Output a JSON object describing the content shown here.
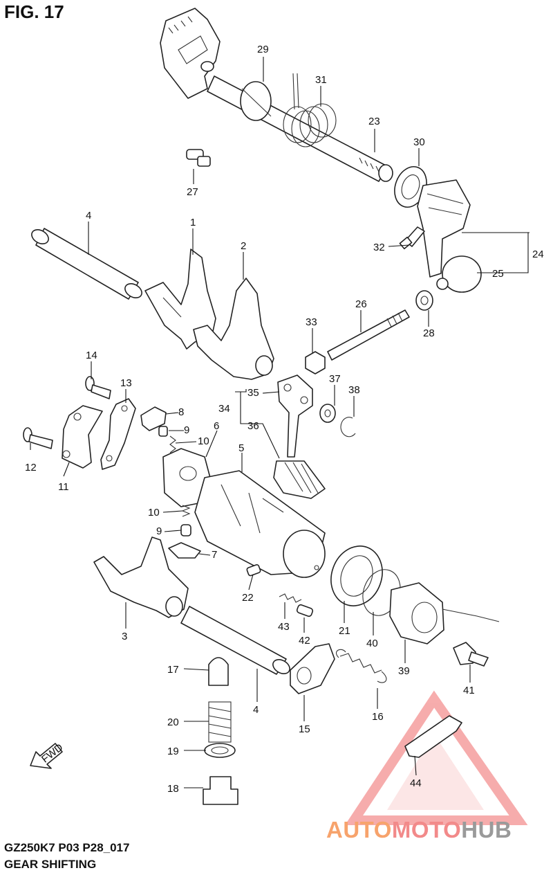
{
  "figure": {
    "title": "FIG. 17",
    "code": "GZ250K7 P03 P28_017",
    "name": "GEAR SHIFTING"
  },
  "fwd_label": "FWD",
  "watermark": {
    "part1": "AUTO",
    "part2": "MOTO",
    "part3": "HUB",
    "colors": {
      "auto": "#f7a36c",
      "moto": "#f28a8a",
      "hub": "#9a9a9a",
      "mark": "#f06a6a"
    }
  },
  "callouts": {
    "c1": "1",
    "c2": "2",
    "c3": "3",
    "c4a": "4",
    "c4b": "4",
    "c5": "5",
    "c6": "6",
    "c7": "7",
    "c8": "8",
    "c9a": "9",
    "c9b": "9",
    "c10a": "10",
    "c10b": "10",
    "c11": "11",
    "c12": "12",
    "c13": "13",
    "c14": "14",
    "c15": "15",
    "c16": "16",
    "c17": "17",
    "c18": "18",
    "c19": "19",
    "c20": "20",
    "c21": "21",
    "c22": "22",
    "c23": "23",
    "c24": "24",
    "c25": "25",
    "c26": "26",
    "c27": "27",
    "c28": "28",
    "c29": "29",
    "c30": "30",
    "c31": "31",
    "c32": "32",
    "c33": "33",
    "c34": "34",
    "c35": "35",
    "c36": "36",
    "c37": "37",
    "c38": "38",
    "c39": "39",
    "c40": "40",
    "c41": "41",
    "c42": "42",
    "c43": "43",
    "c44": "44"
  }
}
